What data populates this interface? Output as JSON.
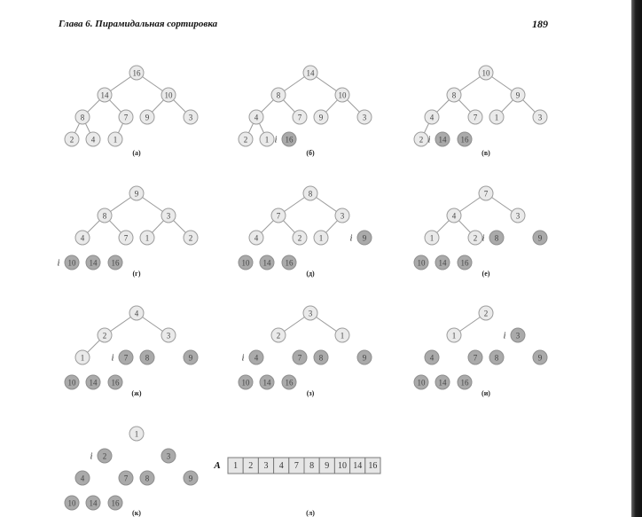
{
  "header": {
    "chapter_title": "Глава 6. Пирамидальная сортировка",
    "page_number": "189"
  },
  "index_label": "i",
  "panels": [
    {
      "caption": "(а)",
      "tree": [
        16,
        14,
        10,
        8,
        7,
        9,
        3,
        2,
        4,
        1
      ],
      "sorted_from": 10,
      "i_at": null
    },
    {
      "caption": "(б)",
      "tree": [
        14,
        8,
        10,
        4,
        7,
        9,
        3,
        2,
        1,
        16
      ],
      "sorted_from": 9,
      "i_at": 9
    },
    {
      "caption": "(в)",
      "tree": [
        10,
        8,
        9,
        4,
        7,
        1,
        3,
        2,
        14,
        16
      ],
      "sorted_from": 8,
      "i_at": 8
    },
    {
      "caption": "(г)",
      "tree": [
        9,
        8,
        3,
        4,
        7,
        1,
        2,
        10,
        14,
        16
      ],
      "sorted_from": 7,
      "i_at": 7
    },
    {
      "caption": "(д)",
      "tree": [
        8,
        7,
        3,
        4,
        2,
        1,
        9,
        10,
        14,
        16
      ],
      "sorted_from": 6,
      "i_at": 6
    },
    {
      "caption": "(е)",
      "tree": [
        7,
        4,
        3,
        1,
        2,
        8,
        9,
        10,
        14,
        16
      ],
      "sorted_from": 5,
      "i_at": 5
    },
    {
      "caption": "(ж)",
      "tree": [
        4,
        2,
        3,
        1,
        7,
        8,
        9,
        10,
        14,
        16
      ],
      "sorted_from": 4,
      "i_at": 4
    },
    {
      "caption": "(з)",
      "tree": [
        3,
        2,
        1,
        4,
        7,
        8,
        9,
        10,
        14,
        16
      ],
      "sorted_from": 3,
      "i_at": 3
    },
    {
      "caption": "(и)",
      "tree": [
        2,
        1,
        3,
        4,
        7,
        8,
        9,
        10,
        14,
        16
      ],
      "sorted_from": 2,
      "i_at": 2
    },
    {
      "caption": "(к)",
      "tree": [
        1,
        2,
        3,
        4,
        7,
        8,
        9,
        10,
        14,
        16
      ],
      "sorted_from": 1,
      "i_at": 1
    }
  ],
  "array": {
    "label": "A",
    "caption": "(л)",
    "values": [
      1,
      2,
      3,
      4,
      7,
      8,
      9,
      10,
      14,
      16
    ]
  }
}
